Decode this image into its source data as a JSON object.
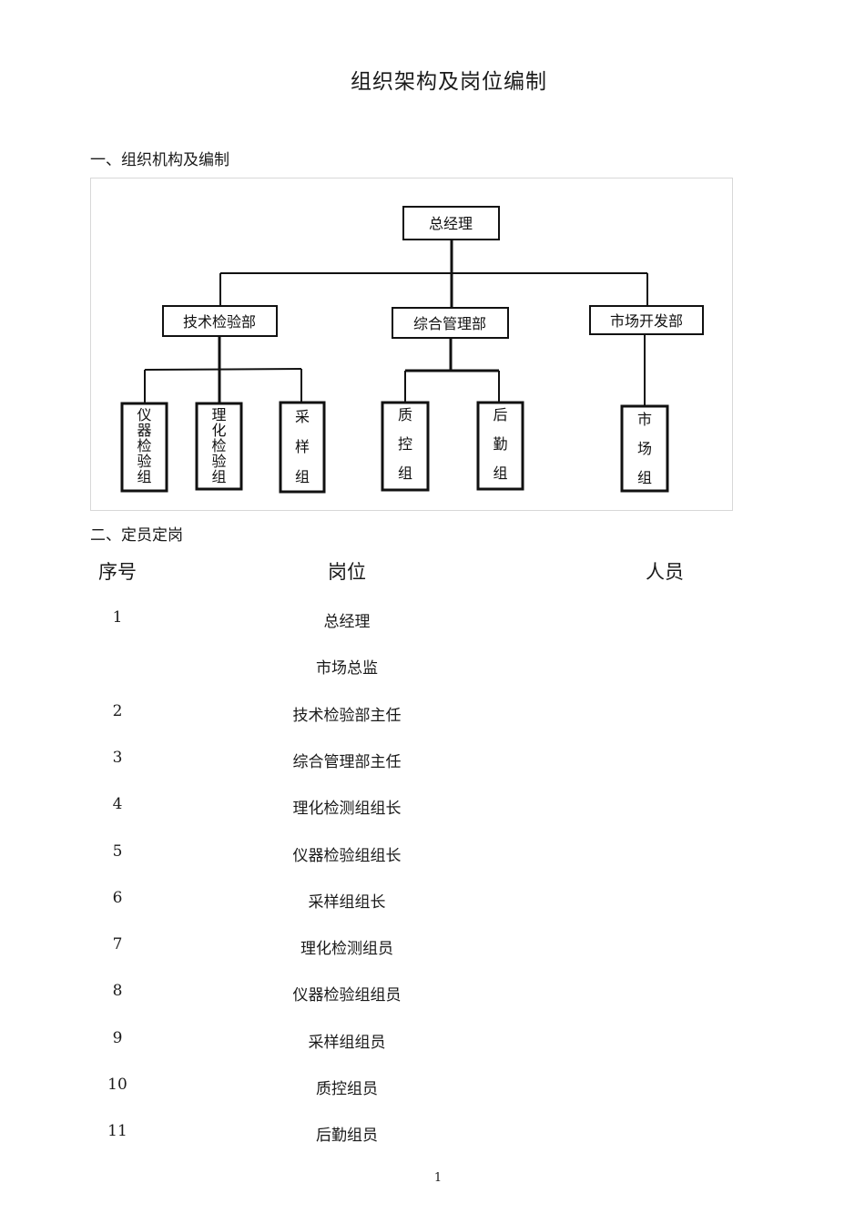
{
  "doc": {
    "title": "组织架构及岗位编制",
    "section1": "一、组织机构及编制",
    "section2": "二、定员定岗",
    "page_number": "1"
  },
  "org": {
    "top": "总经理",
    "departments": [
      "技术检验部",
      "综合管理部",
      "市场开发部"
    ],
    "groups_tech": [
      "仪器检验组",
      "理化检验组",
      "采样组"
    ],
    "groups_admin": [
      "质控组",
      "后勤组"
    ],
    "groups_market": [
      "市场组"
    ]
  },
  "table": {
    "headers": {
      "no": "序号",
      "position": "岗位",
      "person": "人员"
    },
    "rows": [
      {
        "no": "1",
        "position": "总经理",
        "person": ""
      },
      {
        "no": "",
        "position": "市场总监",
        "person": ""
      },
      {
        "no": "2",
        "position": "技术检验部主任",
        "person": ""
      },
      {
        "no": "3",
        "position": "综合管理部主任",
        "person": ""
      },
      {
        "no": "4",
        "position": "理化检测组组长",
        "person": ""
      },
      {
        "no": "5",
        "position": "仪器检验组组长",
        "person": ""
      },
      {
        "no": "6",
        "position": "采样组组长",
        "person": ""
      },
      {
        "no": "7",
        "position": "理化检测组员",
        "person": ""
      },
      {
        "no": "8",
        "position": "仪器检验组组员",
        "person": ""
      },
      {
        "no": "9",
        "position": "采样组组员",
        "person": ""
      },
      {
        "no": "10",
        "position": "质控组员",
        "person": ""
      },
      {
        "no": "11",
        "position": "后勤组员",
        "person": ""
      }
    ]
  }
}
